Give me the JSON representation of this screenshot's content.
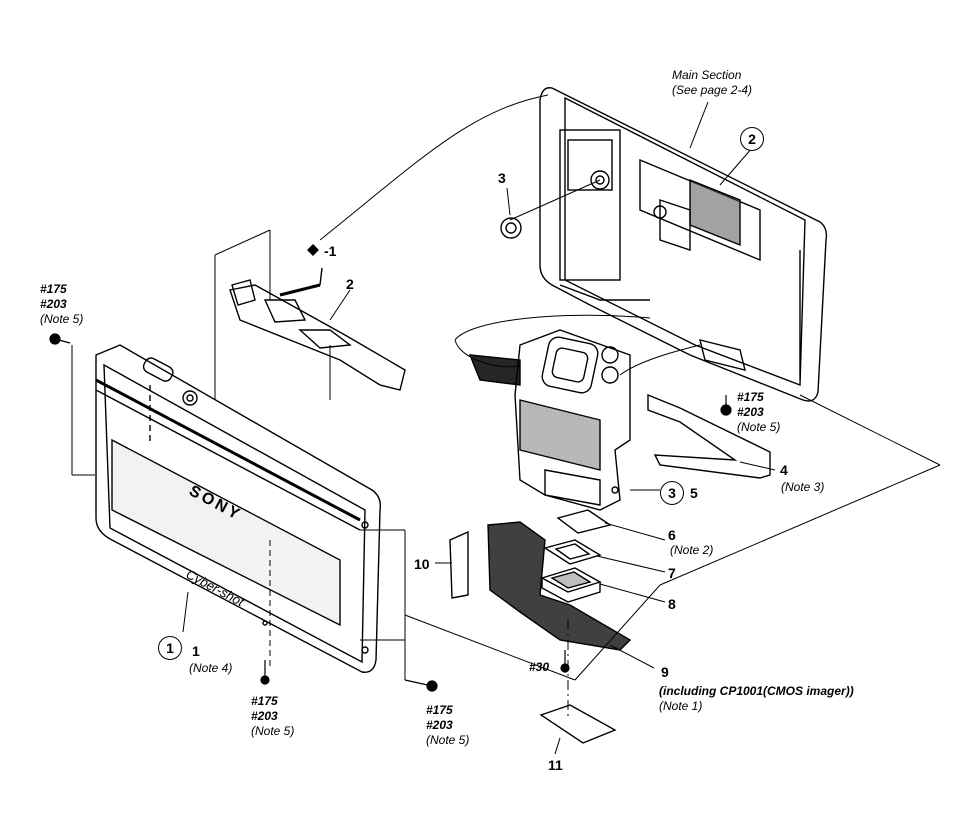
{
  "main_section": {
    "title": "Main Section",
    "ref": "(See page 2-4)"
  },
  "circled": {
    "c1": "1",
    "c2": "2",
    "c3": "3"
  },
  "parts": {
    "p1": {
      "num": "1",
      "note": "(Note 4)"
    },
    "p1b": {
      "num": "-1"
    },
    "p2": {
      "num": "2"
    },
    "p3": {
      "num": "3"
    },
    "p4": {
      "num": "4",
      "note": "(Note 3)"
    },
    "p5": {
      "num": "5"
    },
    "p6": {
      "num": "6",
      "note": "(Note 2)"
    },
    "p7": {
      "num": "7"
    },
    "p8": {
      "num": "8"
    },
    "p9": {
      "num": "9",
      "desc": "(including CP1001(CMOS imager))",
      "note": "(Note 1)"
    },
    "p10": {
      "num": "10"
    },
    "p11": {
      "num": "11"
    }
  },
  "screws": {
    "s_left_top": {
      "a": "#175",
      "b": "#203",
      "note": "(Note 5)"
    },
    "s_right_mid": {
      "a": "#175",
      "b": "#203",
      "note": "(Note 5)"
    },
    "s_bottom_1": {
      "a": "#175",
      "b": "#203",
      "note": "(Note 5)"
    },
    "s_bottom_2": {
      "a": "#175",
      "b": "#203",
      "note": "(Note 5)"
    },
    "s_30": {
      "a": "#30"
    }
  },
  "front_cover_text": {
    "brand": "SONY",
    "model": "Cyber-shot"
  }
}
